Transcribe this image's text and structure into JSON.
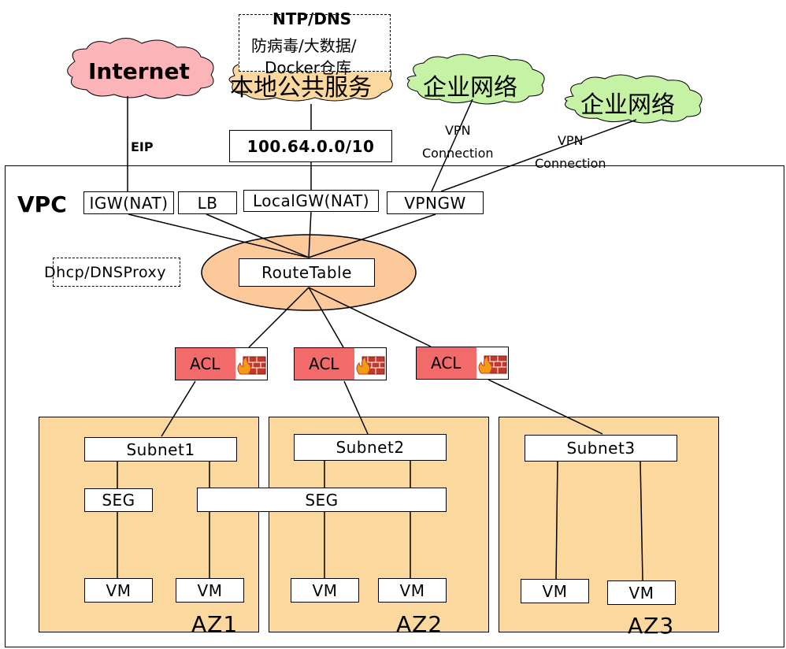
{
  "clouds": {
    "internet": "Internet",
    "local_public_service": "本地公共服务",
    "enterprise_network_1": "企业网络",
    "enterprise_network_2": "企业网络"
  },
  "services_box": {
    "line1": "NTP/DNS",
    "line2": "防病毒/大数据/",
    "line3": "Docker仓库"
  },
  "cidr_box": "100.64.0.0/10",
  "edge_labels": {
    "eip": "EIP",
    "vpn_connection_1": "VPN\nConnection",
    "vpn_connection_2": "VPN\nConnection"
  },
  "vpc": {
    "label": "VPC",
    "gateways": [
      "IGW(NAT)",
      "LB",
      "LocalGW(NAT)",
      "VPNGW"
    ],
    "dhcp_proxy": "Dhcp/DNSProxy",
    "route_table": "RouteTable",
    "acls": [
      "ACL",
      "ACL",
      "ACL"
    ],
    "availability_zones": [
      {
        "label": "AZ1",
        "subnet": "Subnet1",
        "seg": "SEG",
        "vms": [
          "VM",
          "VM"
        ]
      },
      {
        "label": "AZ2",
        "subnet": "Subnet2",
        "vms": [
          "VM",
          "VM"
        ]
      },
      {
        "label": "AZ3",
        "subnet": "Subnet3",
        "vms": [
          "VM",
          "VM"
        ]
      }
    ],
    "shared_seg": "SEG"
  },
  "colors": {
    "internet_cloud": "#fbb4b8",
    "public_service_cloud": "#fbd89e",
    "enterprise_cloud": "#c6f2a6",
    "route_table_ellipse": "#fbc99a",
    "acl": "#f26a6a",
    "az_fill": "#fbd89e"
  }
}
